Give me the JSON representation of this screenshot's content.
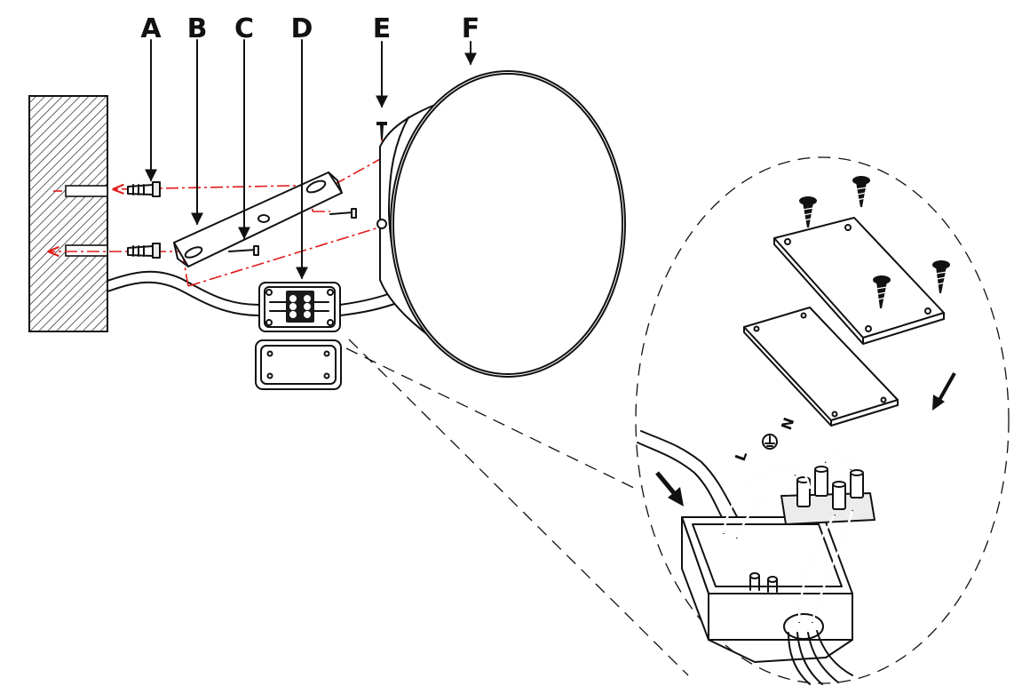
{
  "labels": {
    "a": "A",
    "b": "B",
    "c": "C",
    "d": "D",
    "e": "E",
    "f": "F"
  },
  "terminals": {
    "live": "L",
    "neutral": "N"
  },
  "colors": {
    "ink": "#111111",
    "guide": "#e11a1a",
    "paper": "#ffffff"
  },
  "icons": {
    "earth": "earth-ground-icon"
  }
}
